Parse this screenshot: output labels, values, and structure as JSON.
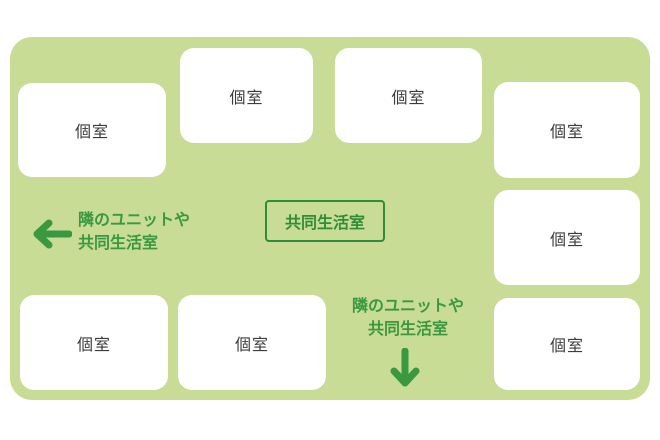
{
  "diagram": {
    "title": "unit-layout-diagram",
    "rooms": [
      {
        "label": "個室"
      },
      {
        "label": "個室"
      },
      {
        "label": "個室"
      },
      {
        "label": "個室"
      },
      {
        "label": "個室"
      },
      {
        "label": "個室"
      },
      {
        "label": "個室"
      },
      {
        "label": "個室"
      }
    ],
    "common_room": {
      "label": "共同生活室"
    },
    "left_annotation": {
      "line1": "隣のユニットや",
      "line2": "共同生活室",
      "icon": "arrow-left-icon"
    },
    "bottom_annotation": {
      "line1": "隣のユニットや",
      "line2": "共同生活室",
      "icon": "arrow-down-icon"
    },
    "colors": {
      "panel_background": "#c8dc95",
      "accent_green": "#3a9840",
      "common_room_border": "#2f8c38",
      "room_fill": "#ffffff",
      "room_text": "#3b3b3b"
    }
  }
}
